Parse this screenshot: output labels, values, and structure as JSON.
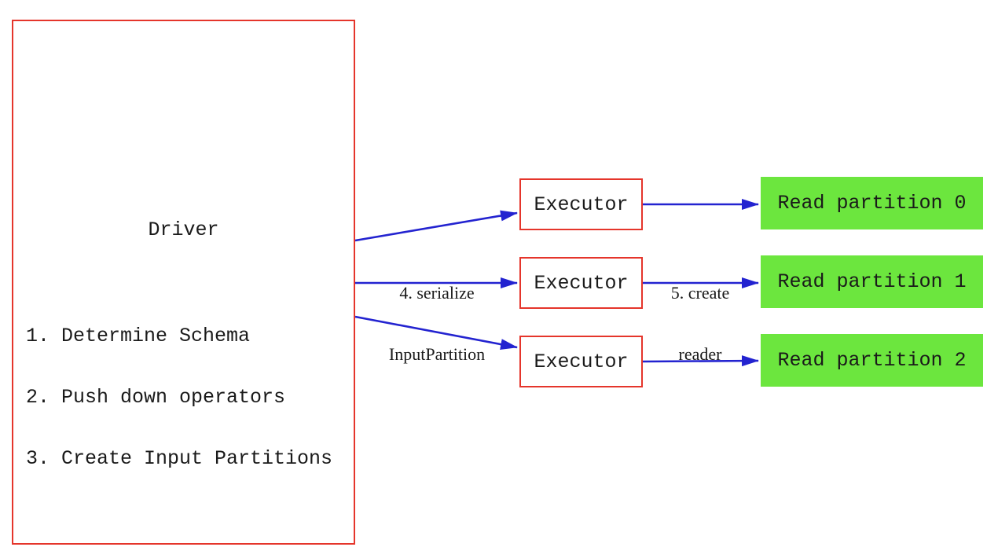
{
  "diagram": {
    "driver": {
      "title": "Driver",
      "steps": [
        "1. Determine Schema",
        "2. Push down operators",
        "3. Create Input Partitions"
      ]
    },
    "executors": [
      {
        "label": "Executor"
      },
      {
        "label": "Executor"
      },
      {
        "label": "Executor"
      }
    ],
    "partitions": [
      {
        "label": "Read partition 0"
      },
      {
        "label": "Read partition 1"
      },
      {
        "label": "Read partition 2"
      }
    ],
    "edge_labels": {
      "serialize": {
        "line1": "4. serialize",
        "line2": "InputPartition"
      },
      "create_reader": {
        "line1": "5. create",
        "line2": "reader"
      }
    },
    "colors": {
      "box_border": "#e5352b",
      "arrow": "#2323d0",
      "partition_fill": "#6ce63e",
      "text": "#1a1a1a"
    }
  }
}
